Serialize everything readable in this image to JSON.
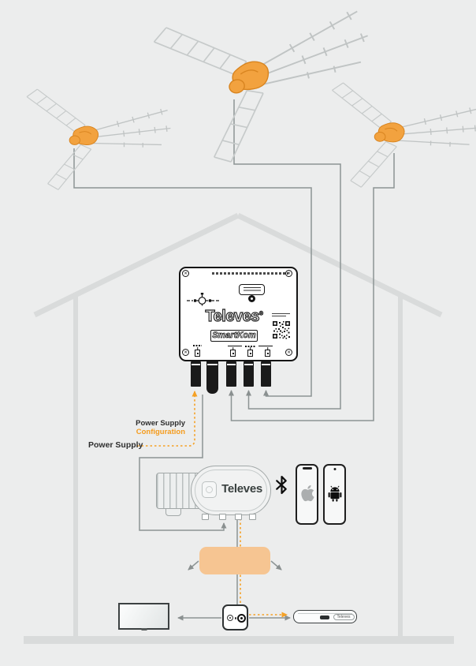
{
  "colors": {
    "background": "#ECEDED",
    "accent_orange": "#F59C1D",
    "cable_gray": "#8C9494",
    "house_gray": "#D9DBDB",
    "distribution_box_fill": "#F6C592"
  },
  "smartkom_unit": {
    "brand": "Televes",
    "registered_mark": "®",
    "model": "SmartKom"
  },
  "power_inserter": {
    "brand": "Televes"
  },
  "receiver": {
    "brand": "Televes"
  },
  "labels": {
    "power_supply_configuration_line1": "Power Supply",
    "power_supply_configuration_line2": "Configuration",
    "power_supply": "Power Supply"
  },
  "icons": {
    "bluetooth": "bluetooth-icon",
    "apple": "apple-logo-icon",
    "android": "android-robot-icon",
    "satellite_dish": "satellite-dish-icon",
    "qr_code": "qr-code"
  }
}
